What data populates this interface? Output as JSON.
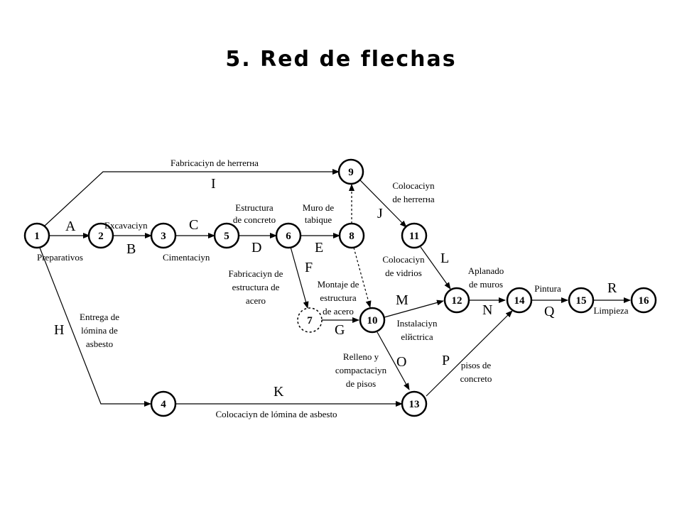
{
  "title": "5. Red de flechas",
  "nodes": {
    "n1": "1",
    "n2": "2",
    "n3": "3",
    "n4": "4",
    "n5": "5",
    "n6": "6",
    "n7": "7",
    "n8": "8",
    "n9": "9",
    "n10": "10",
    "n11": "11",
    "n12": "12",
    "n13": "13",
    "n14": "14",
    "n15": "15",
    "n16": "16"
  },
  "activities": {
    "A": {
      "letter": "A",
      "lines": [
        "Preparativos"
      ]
    },
    "B": {
      "letter": "B",
      "lines": [
        "Excavaciyn"
      ]
    },
    "C": {
      "letter": "C",
      "lines": [
        "Cimentaciyn"
      ]
    },
    "D": {
      "letter": "D",
      "lines": [
        "Estructura",
        "de concreto"
      ]
    },
    "E": {
      "letter": "E",
      "lines": [
        "Muro de",
        "tabique"
      ]
    },
    "F": {
      "letter": "F",
      "lines": [
        "Fabricaciyn de",
        "estructura de",
        "acero"
      ]
    },
    "G": {
      "letter": "G",
      "lines": [
        "Montaje de",
        "estructura",
        "de acero"
      ]
    },
    "H": {
      "letter": "H",
      "lines": [
        "Entrega de",
        "lómina de",
        "asbesto"
      ]
    },
    "I": {
      "letter": "I",
      "lines": [
        "Fabricaciyn de herrerнa"
      ]
    },
    "J": {
      "letter": "J",
      "lines": [
        "Colocaciyn",
        "de herrerнa"
      ]
    },
    "K": {
      "letter": "K",
      "lines": [
        "Colocaciyn de lómina de asbesto"
      ]
    },
    "L": {
      "letter": "L",
      "lines": [
        "Colocaciyn",
        "de vidrios"
      ]
    },
    "M": {
      "letter": "M",
      "lines": [
        "Instalaciyn",
        "elйctrica"
      ]
    },
    "N": {
      "letter": "N",
      "lines": [
        "Aplanado",
        "de muros"
      ]
    },
    "O": {
      "letter": "O",
      "lines": [
        "Relleno y",
        "compactaciyn",
        "de pisos"
      ]
    },
    "P": {
      "letter": "P",
      "lines": [
        "pisos de",
        "concreto"
      ]
    },
    "Q": {
      "letter": "Q",
      "lines": [
        "Pintura"
      ]
    },
    "R": {
      "letter": "R",
      "lines": [
        "Limpieza"
      ]
    }
  }
}
